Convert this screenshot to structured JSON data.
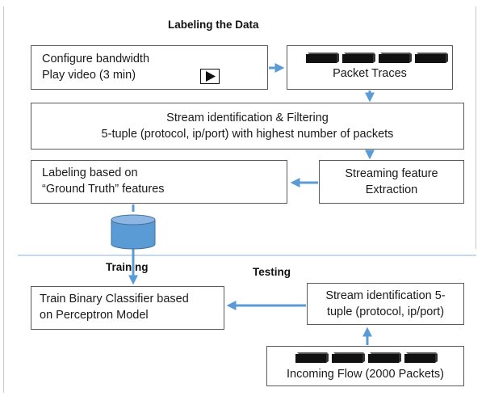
{
  "title": "Labeling the Data",
  "boxes": {
    "configure": {
      "line1": "Configure bandwidth",
      "line2": "Play video (3 min)"
    },
    "packet_traces": {
      "label": "Packet Traces"
    },
    "stream_filter": {
      "line1": "Stream identification & Filtering",
      "line2": "5-tuple (protocol, ip/port) with highest number of packets"
    },
    "labeling": {
      "line1": "Labeling based on",
      "line2": "“Ground Truth” features"
    },
    "streaming_feature": {
      "line1": "Streaming feature",
      "line2": "Extraction"
    },
    "train": {
      "line1": "Train Binary Classifier based",
      "line2": "on Perceptron Model"
    },
    "stream_id": {
      "line1": "Stream identification 5-",
      "line2": "tuple (protocol, ip/port)"
    },
    "incoming": {
      "label": "Incoming Flow (2000 Packets)"
    }
  },
  "sections": {
    "training": "Training",
    "testing": "Testing"
  },
  "icons": {
    "play": "play-icon",
    "database": "database-icon",
    "packet": "packet-icon"
  },
  "colors": {
    "arrow": "#5b9bd5",
    "database": "#5b9bd5",
    "divider": "#9dc3e6",
    "packet": "#111111"
  }
}
